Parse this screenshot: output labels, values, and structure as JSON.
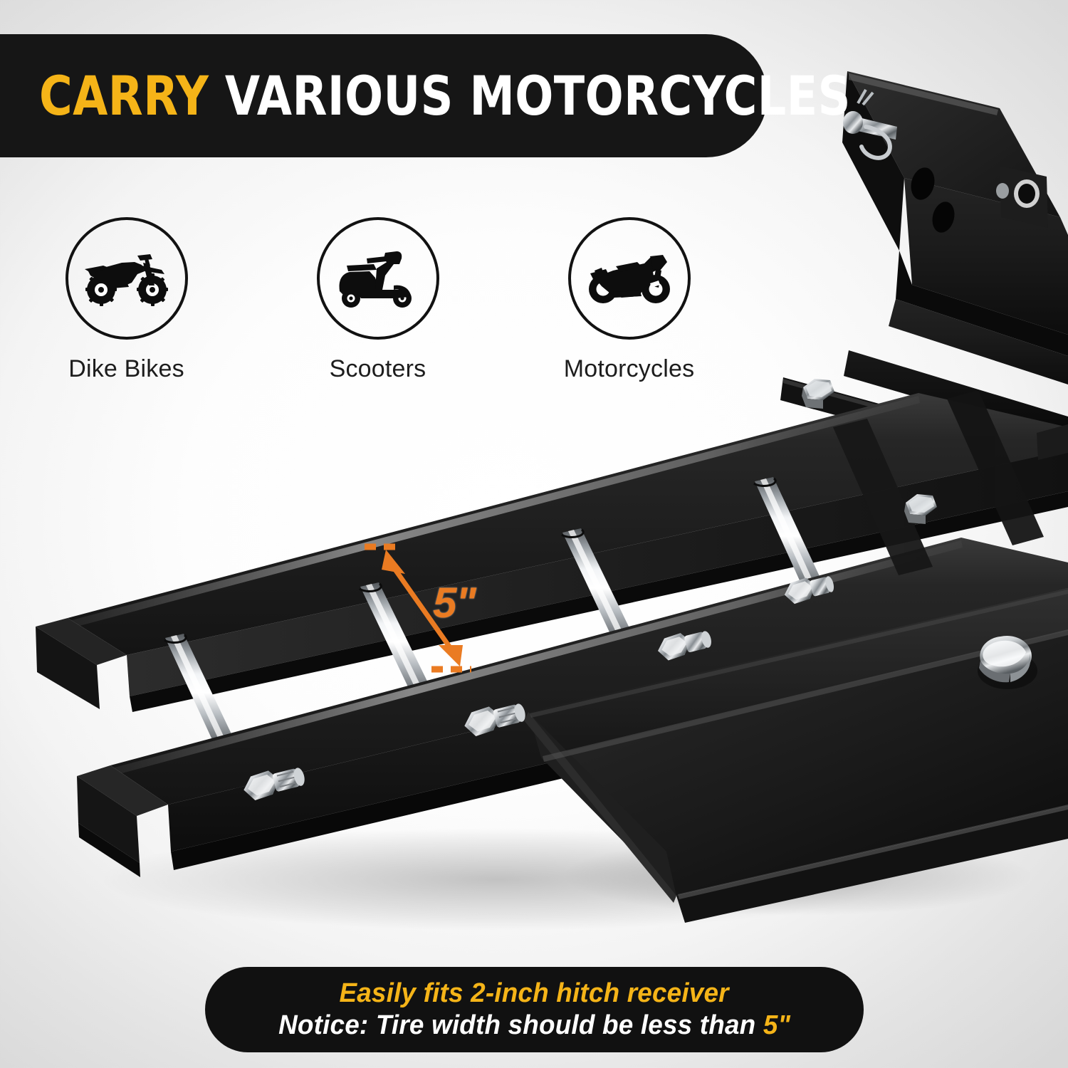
{
  "header": {
    "accent_text": "CARRY",
    "main_text": "VARIOUS MOTORCYCLES",
    "accent_color": "#F5B418",
    "main_color": "#FFFFFF",
    "background_color": "#161616"
  },
  "features": [
    {
      "icon": "dirt-bike-icon",
      "label": "Dike Bikes"
    },
    {
      "icon": "scooter-icon",
      "label": "Scooters"
    },
    {
      "icon": "sportbike-icon",
      "label": "Motorcycles"
    }
  ],
  "dimension_callout": {
    "value": "5\"",
    "color": "#EA7B22",
    "style": "double-headed-arrow"
  },
  "product": {
    "name": "motorcycle-hitch-carrier",
    "steel_color": "#1a1a1a",
    "chrome_color": "#cfcfcf"
  },
  "bottom_banner": {
    "line1": "Easily fits 2-inch hitch receiver",
    "line2_prefix": "Notice: Tire width should be less than ",
    "line2_highlight": "5\"",
    "line1_color": "#F5B418",
    "line2_color": "#FFFFFF",
    "background_color": "#111111"
  }
}
